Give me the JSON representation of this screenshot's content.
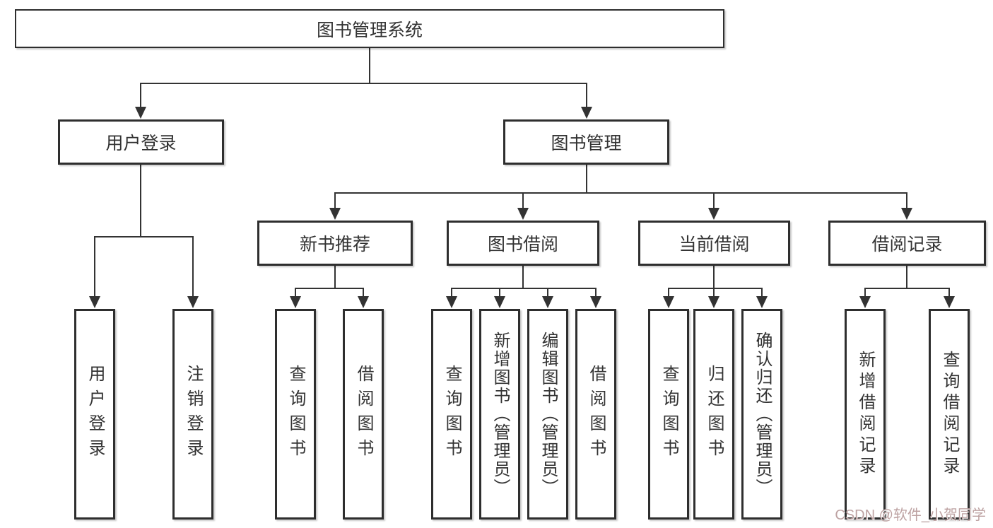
{
  "tree": {
    "label": "图书管理系统",
    "children": [
      {
        "label": "用户登录",
        "children": [
          {
            "label": "用户登录"
          },
          {
            "label": "注销登录"
          }
        ]
      },
      {
        "label": "图书管理",
        "children": [
          {
            "label": "新书推荐",
            "children": [
              {
                "label": "查询图书"
              },
              {
                "label": "借阅图书"
              }
            ]
          },
          {
            "label": "图书借阅",
            "children": [
              {
                "label": "查询图书"
              },
              {
                "label": "新增图书（管理员）"
              },
              {
                "label": "编辑图书（管理员）"
              },
              {
                "label": "借阅图书"
              }
            ]
          },
          {
            "label": "当前借阅",
            "children": [
              {
                "label": "查询图书"
              },
              {
                "label": "归还图书"
              },
              {
                "label": "确认归还（管理员）"
              }
            ]
          },
          {
            "label": "借阅记录",
            "children": [
              {
                "label": "新增借阅记录"
              },
              {
                "label": "查询借阅记录"
              }
            ]
          }
        ]
      }
    ]
  },
  "watermark": {
    "text": "CSDN @软件_小贺同学",
    "color": "#bda2a2"
  },
  "colors": {
    "line": "#333333",
    "box_border": "#2e2e2e",
    "box_fill": "#ffffff",
    "text": "#333333",
    "background": "#ffffff"
  }
}
